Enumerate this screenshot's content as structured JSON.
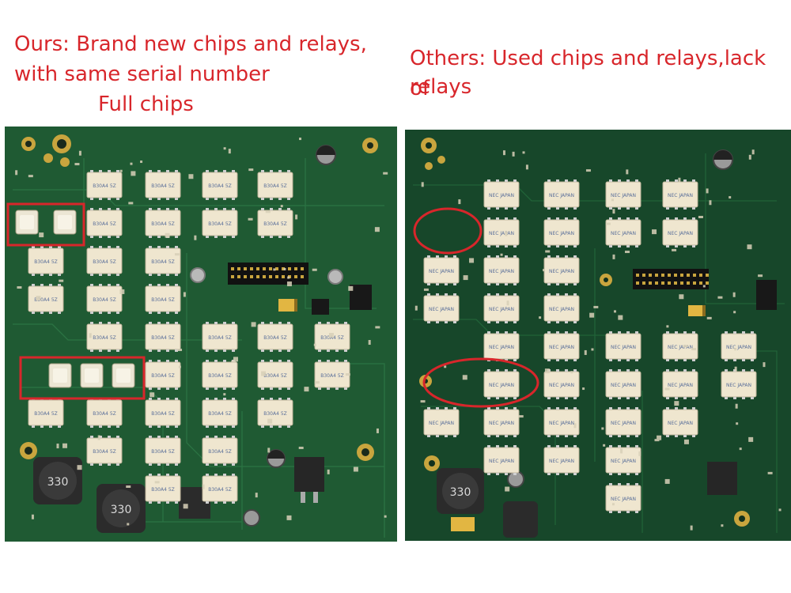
{
  "captions": {
    "left_line1": "Ours: Brand new chips and relays,",
    "left_line2": "with same serial number",
    "left_line3": "Full chips",
    "right_line1": "Others: Used chips and relays,lack of",
    "right_line2": "relays"
  },
  "colors": {
    "caption": "#d8262b",
    "pcb_left": "#1f5a33",
    "pcb_right": "#17472a",
    "relay": "#efe6cf",
    "highlight": "#d8262b"
  },
  "left_board": {
    "relay_text": "B30A4 5Z",
    "inductor_label": "330"
  },
  "right_board": {
    "relay_text": "NEC JAPAN",
    "inductor_label": "330"
  }
}
